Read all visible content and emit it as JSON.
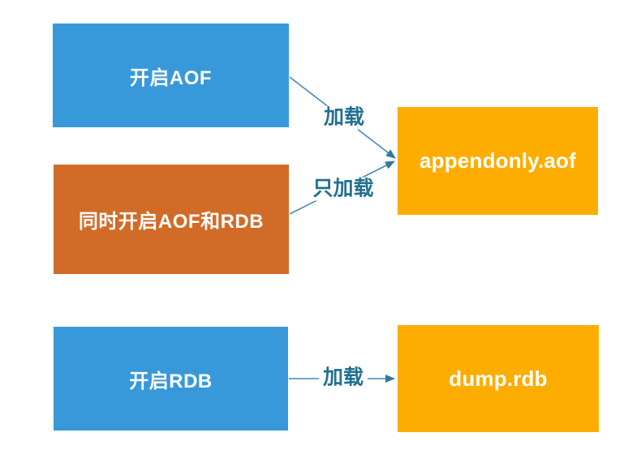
{
  "diagram": {
    "type": "flowchart",
    "topic": "Redis persistence file loading",
    "nodes": [
      {
        "id": "aof",
        "label": "开启AOF",
        "color": "#3899DA",
        "shape": "rectangle",
        "role": "source"
      },
      {
        "id": "both",
        "label": "同时开启AOF和RDB",
        "color": "#D26B28",
        "shape": "rectangle",
        "role": "source"
      },
      {
        "id": "rdb",
        "label": "开启RDB",
        "color": "#3899DA",
        "shape": "rectangle",
        "role": "source"
      },
      {
        "id": "appendonly",
        "label": "appendonly.aof",
        "color": "#FDAD00",
        "shape": "rectangle",
        "role": "target-file"
      },
      {
        "id": "dump",
        "label": "dump.rdb",
        "color": "#FDAD00",
        "shape": "rectangle",
        "role": "target-file"
      }
    ],
    "edges": [
      {
        "from": "开启AOF",
        "to": "appendonly.aof",
        "label": "加载",
        "direction": "diagonal-down"
      },
      {
        "from": "同时开启AOF和RDB",
        "to": "appendonly.aof",
        "label": "只加载",
        "direction": "diagonal-up"
      },
      {
        "from": "开启RDB",
        "to": "dump.rdb",
        "label": "加载",
        "direction": "horizontal"
      }
    ],
    "colors": {
      "background": "#FFFFFF",
      "arrow_line": "#4489B4",
      "arrow_head": "#2A7BA0",
      "edge_label_text": "#21708F",
      "node_text": "#FFFFFF"
    }
  }
}
